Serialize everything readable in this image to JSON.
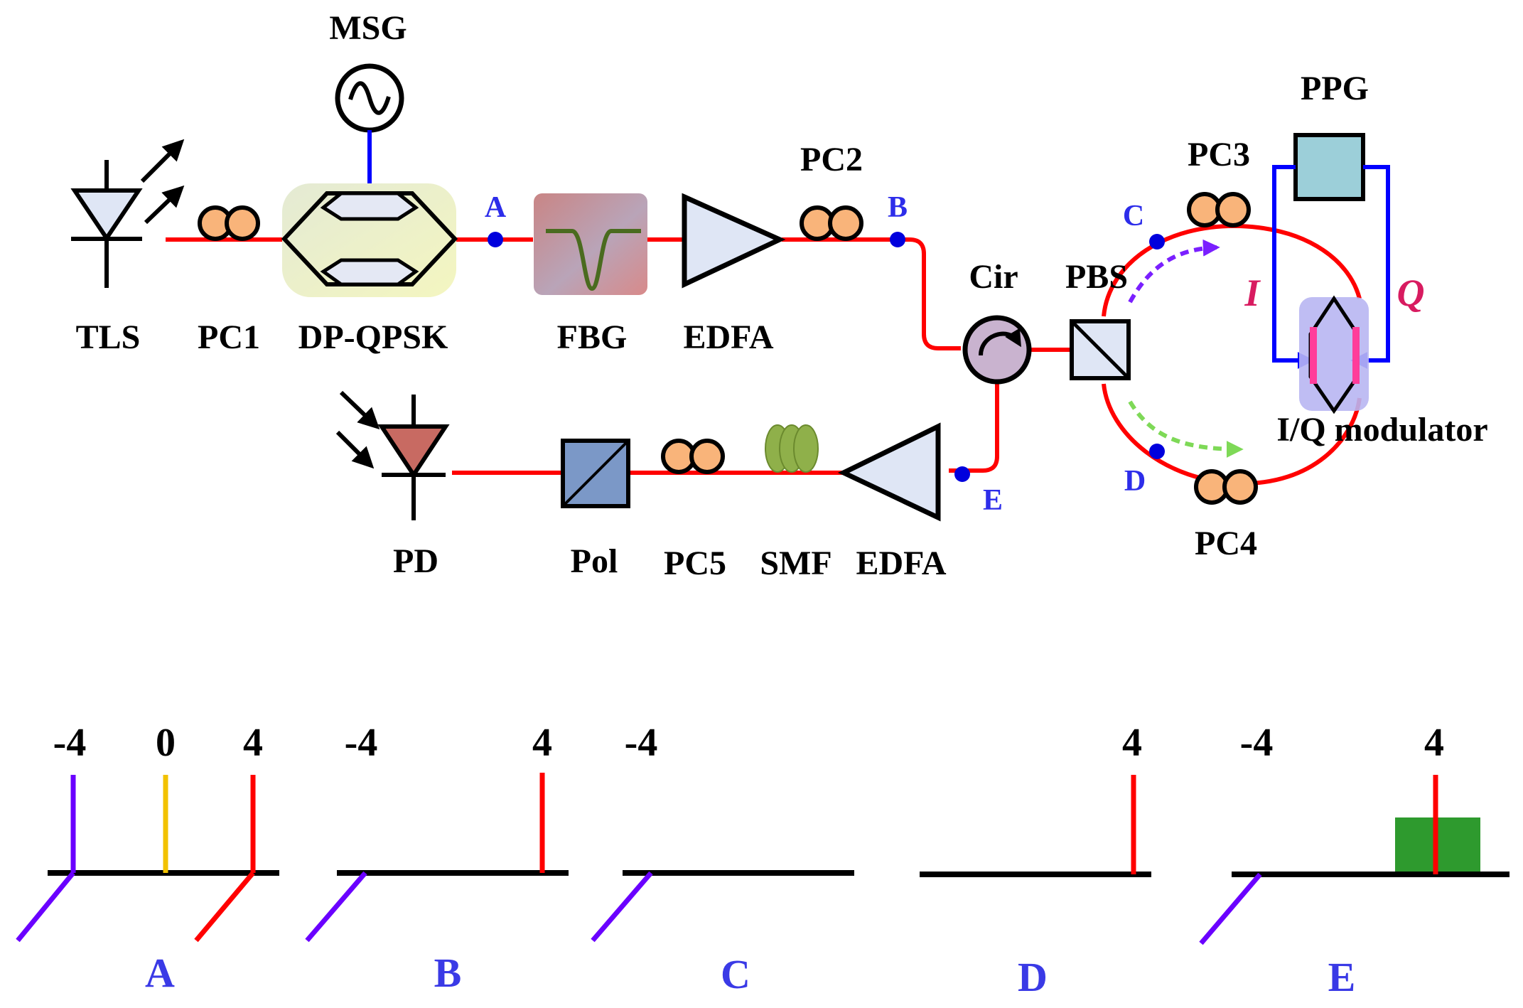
{
  "components": {
    "tls": "TLS",
    "pc1": "PC1",
    "msg": "MSG",
    "dpqpsk": "DP-QPSK",
    "fbg": "FBG",
    "edfa1": "EDFA",
    "pc2": "PC2",
    "cir": "Cir",
    "pbs": "PBS",
    "pc3": "PC3",
    "ppg": "PPG",
    "iq_modulator": "I/Q modulator",
    "pc4": "PC4",
    "pd": "PD",
    "pol": "Pol",
    "pc5": "PC5",
    "smf": "SMF",
    "edfa2": "EDFA"
  },
  "signals": {
    "i": "I",
    "q": "Q"
  },
  "points": {
    "a": "A",
    "b": "B",
    "c": "C",
    "d": "D",
    "e": "E"
  },
  "spectra": [
    {
      "label": "A",
      "ticks": [
        "-4",
        "0",
        "4"
      ]
    },
    {
      "label": "B",
      "ticks": [
        "-4",
        "4"
      ]
    },
    {
      "label": "C",
      "ticks": [
        "-4"
      ]
    },
    {
      "label": "D",
      "ticks": [
        "4"
      ]
    },
    {
      "label": "E",
      "ticks": [
        "-4",
        "4"
      ]
    }
  ],
  "colors": {
    "fiber": "#ff0000",
    "electrical": "#0000ff",
    "sideband_minus": "#6a00ff",
    "carrier": "#f2c200",
    "sideband_plus": "#ff0000",
    "noise_band": "#2e9a2e",
    "point_label": "#2d2dea"
  }
}
